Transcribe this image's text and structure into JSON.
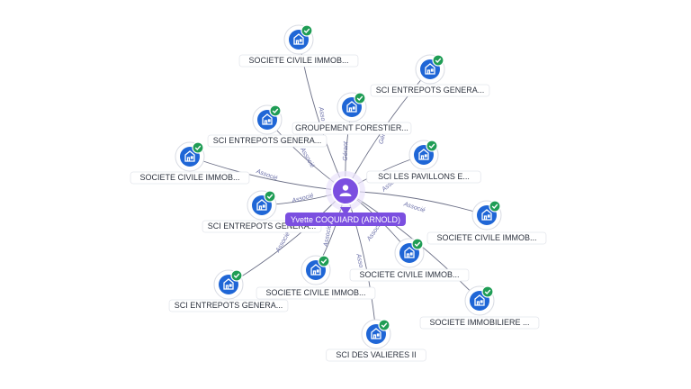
{
  "center": {
    "label": "Yvette COQUIARD (ARNOLD)",
    "icon": "person-icon",
    "color": "#7b4fe0"
  },
  "colors": {
    "company_icon": "#1f66d6",
    "check_badge": "#1f9d55",
    "edge": "#6b6f86",
    "edge_label": "#6a6fa8"
  },
  "nodes": [
    {
      "label": "SOCIETE CIVILE IMMOB...",
      "edge": "Asso",
      "icon": "building-icon"
    },
    {
      "label": "SCI ENTREPOTS GENERA...",
      "edge": "Gérant",
      "icon": "building-icon"
    },
    {
      "label": "GROUPEMENT FORESTIER...",
      "edge": "Gérant",
      "icon": "building-icon"
    },
    {
      "label": "SCI ENTREPOTS GENERA...",
      "edge": "Associé",
      "icon": "building-icon"
    },
    {
      "label": "SCI LES PAVILLONS E...",
      "edge": "Associé",
      "icon": "building-icon"
    },
    {
      "label": "SOCIETE CIVILE IMMOB...",
      "edge": "Associé",
      "icon": "building-icon"
    },
    {
      "label": "SCI ENTREPOTS GENERA...",
      "edge": "Associé",
      "icon": "building-icon"
    },
    {
      "label": "SOCIETE CIVILE IMMOB...",
      "edge": "Associé",
      "icon": "building-icon"
    },
    {
      "label": "SOCIETE CIVILE IMMOB...",
      "edge": "Associé",
      "icon": "building-icon"
    },
    {
      "label": "SOCIETE IMMOBILIERE ...",
      "edge": "Associé",
      "icon": "building-icon"
    },
    {
      "label": "SCI ENTREPOTS GENERA...",
      "edge": "Associé",
      "icon": "building-icon"
    },
    {
      "label": "SOCIETE CIVILE IMMOB...",
      "edge": "Associé",
      "icon": "building-icon"
    },
    {
      "label": "SCI DES VALIERES II",
      "edge": "Asso",
      "icon": "building-icon"
    }
  ]
}
